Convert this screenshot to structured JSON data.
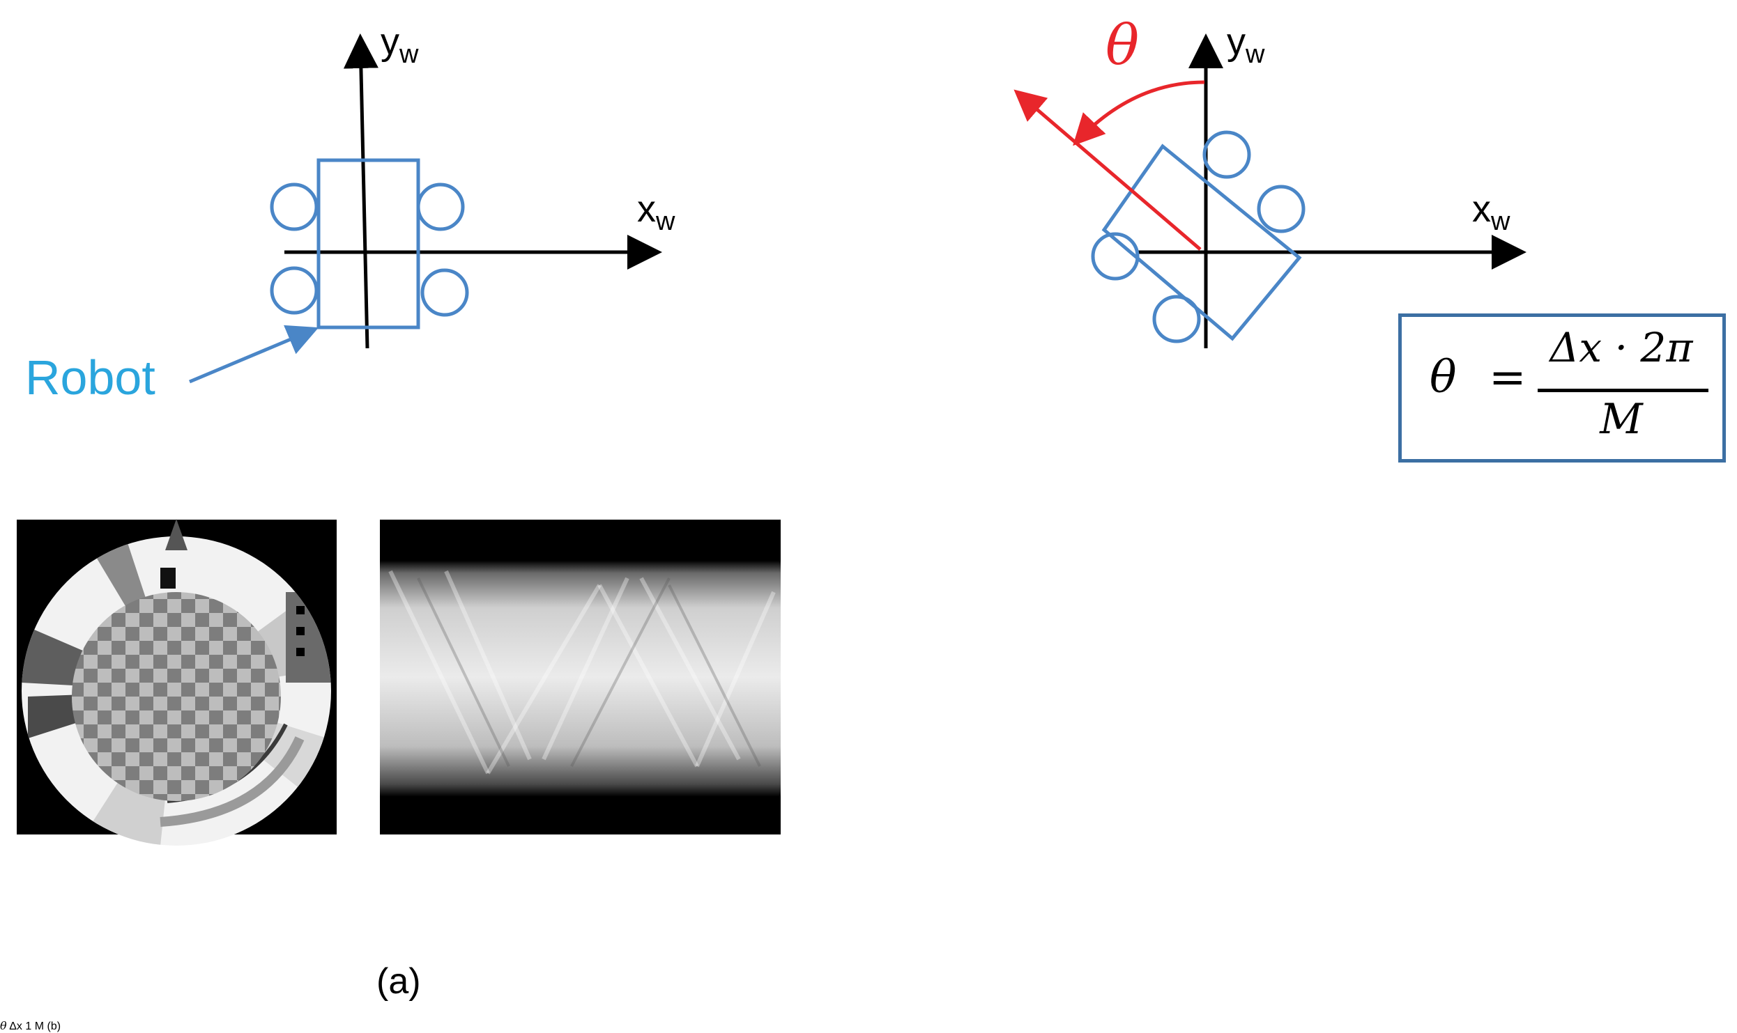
{
  "panel_a": {
    "x_axis_label": "x",
    "x_axis_sub": "w",
    "y_axis_label": "y",
    "y_axis_sub": "w",
    "robot_label": "Robot",
    "caption": "(a)"
  },
  "panel_b": {
    "x_axis_label": "x",
    "x_axis_sub": "w",
    "y_axis_label": "y",
    "y_axis_sub": "w",
    "theta_top": "θ",
    "theta_bottom": "θ",
    "delta_x": "Δx",
    "scale_start": "1",
    "scale_end": "M",
    "caption": "(b)"
  },
  "formula": {
    "lhs": "θ",
    "eq": "=",
    "numerator": "Δx · 2π",
    "denominator": "M"
  },
  "colors": {
    "robot_blue": "#4a86c7",
    "robot_label_blue": "#2aa5dd",
    "theta_red": "#e8262b",
    "delta_green": "#1b7f3a",
    "scale_blue": "#5b9bd5",
    "formula_border": "#3c6fa3"
  }
}
